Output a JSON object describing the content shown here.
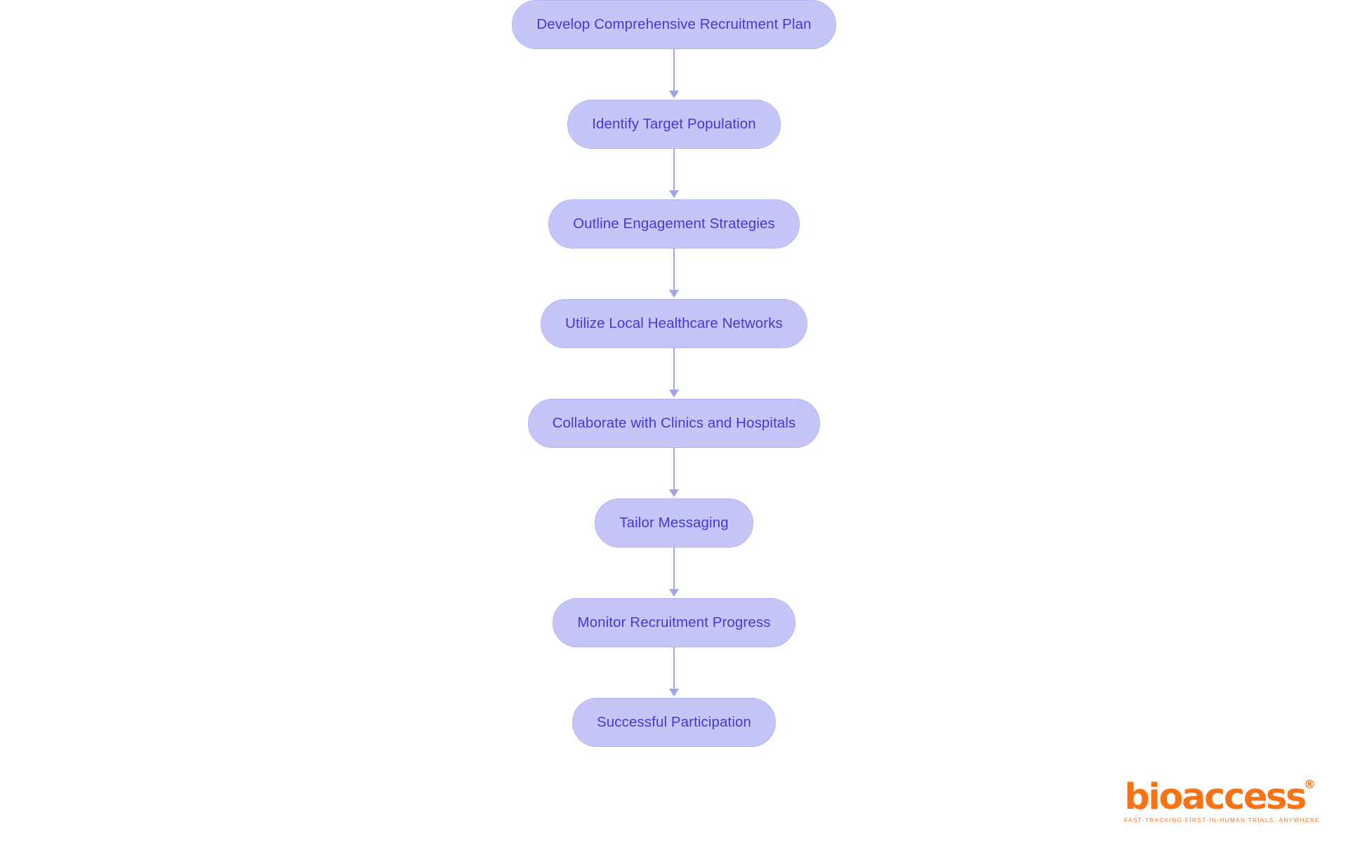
{
  "diagram": {
    "type": "flowchart",
    "orientation": "top-to-bottom",
    "title": "",
    "colors": {
      "node_fill": "#c5c6f7",
      "node_border": "#b2b4f0",
      "node_text": "#3f3ad8",
      "connector": "#9fa3f0",
      "background": "#ffffff",
      "brand_orange": "#f97316"
    },
    "nodes": [
      {
        "id": "n1",
        "label": "Develop Comprehensive Recruitment Plan"
      },
      {
        "id": "n2",
        "label": "Identify Target Population"
      },
      {
        "id": "n3",
        "label": "Outline Engagement Strategies"
      },
      {
        "id": "n4",
        "label": "Utilize Local Healthcare Networks"
      },
      {
        "id": "n5",
        "label": "Collaborate with Clinics and Hospitals"
      },
      {
        "id": "n6",
        "label": "Tailor Messaging"
      },
      {
        "id": "n7",
        "label": "Monitor Recruitment Progress"
      },
      {
        "id": "n8",
        "label": "Successful Participation"
      }
    ],
    "edges": [
      {
        "from": "n1",
        "to": "n2",
        "label": ""
      },
      {
        "from": "n2",
        "to": "n3",
        "label": ""
      },
      {
        "from": "n3",
        "to": "n4",
        "label": ""
      },
      {
        "from": "n4",
        "to": "n5",
        "label": ""
      },
      {
        "from": "n5",
        "to": "n6",
        "label": ""
      },
      {
        "from": "n6",
        "to": "n7",
        "label": ""
      },
      {
        "from": "n7",
        "to": "n8",
        "label": ""
      }
    ]
  },
  "logo": {
    "wordmark": "bioaccess",
    "registered_mark": "®",
    "tagline": "FAST-TRACKING FIRST-IN-HUMAN TRIALS, ANYWHERE"
  }
}
